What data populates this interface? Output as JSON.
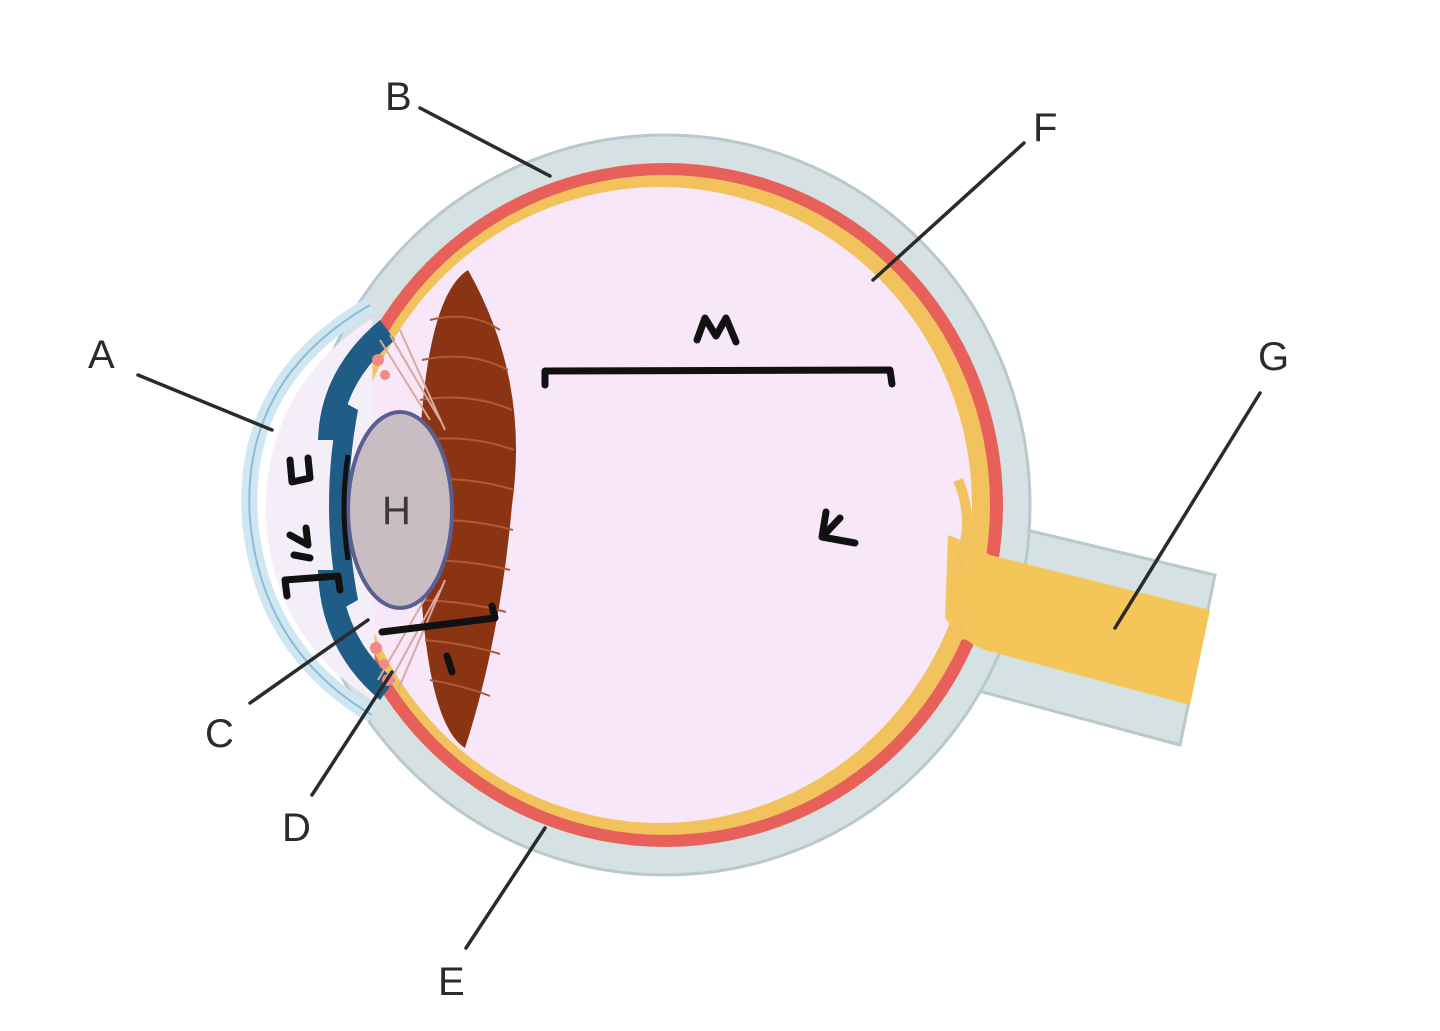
{
  "diagram": {
    "labels": {
      "a": "A",
      "b": "B",
      "c": "C",
      "d": "D",
      "e": "E",
      "f": "F",
      "g": "G",
      "h": "H"
    },
    "colors": {
      "sclera": "#d5e1e2",
      "sclera_edge": "#b7c9cb",
      "choroid": "#e8605a",
      "retina": "#f2c25c",
      "vitreous": "#f7e7f8",
      "cornea": "#cfe7f2",
      "iris": "#1f5c86",
      "ciliary_body": "#8a3414",
      "lens": "#c9bcc3",
      "lens_edge": "#5a5f92",
      "optic_nerve": "#f4c65a",
      "leader_line": "#2b2b2b",
      "handwriting": "#111111"
    }
  }
}
